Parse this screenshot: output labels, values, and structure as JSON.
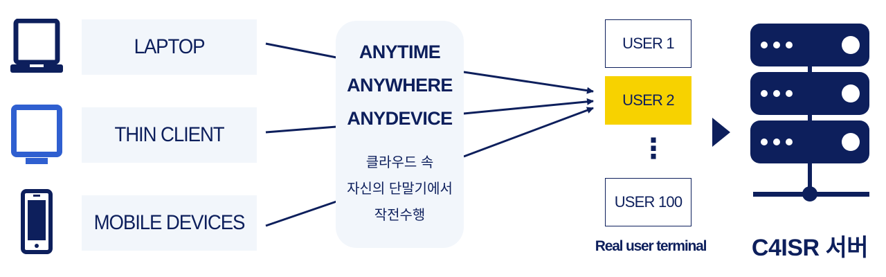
{
  "devices": [
    {
      "label": "LAPTOP",
      "icon": "laptop-icon"
    },
    {
      "label": "THIN CLIENT",
      "icon": "monitor-icon"
    },
    {
      "label": "MOBILE DEVICES",
      "icon": "smartphone-icon"
    }
  ],
  "hub": {
    "lines": [
      "ANYTIME",
      "ANYWHERE",
      "ANYDEVICE"
    ],
    "sub_lines": [
      "클라우드 속",
      "자신의 단말기에서",
      "작전수행"
    ]
  },
  "users": [
    {
      "label": "USER 1",
      "highlight": false
    },
    {
      "label": "USER 2",
      "highlight": true
    },
    {
      "label": "USER 100",
      "highlight": false
    }
  ],
  "ellipsis": "⋮",
  "terminal_caption": "Real user terminal",
  "server_caption": "C4ISR 서버",
  "server_icon": "server-icon",
  "colors": {
    "navy": "#0d1f5c",
    "device_blue": "#2f5fd0",
    "panel_bg": "#f2f6fb",
    "highlight": "#f7d200"
  }
}
